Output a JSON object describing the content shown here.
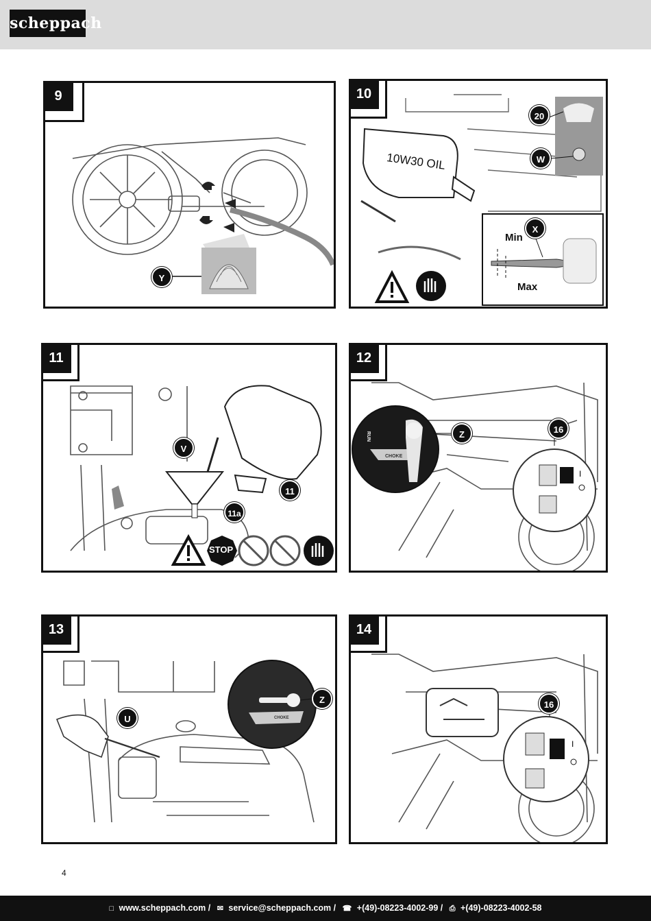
{
  "brand": {
    "logo_text": "scheppach"
  },
  "panels": [
    {
      "number": "9",
      "callouts": {
        "y": "Y"
      }
    },
    {
      "number": "10",
      "callouts": {
        "c20": "20",
        "w": "W",
        "x": "X"
      },
      "oil_label": "10W30 OIL",
      "dipstick": {
        "min": "Min",
        "max": "Max"
      }
    },
    {
      "number": "11",
      "callouts": {
        "v": "V",
        "c11": "11",
        "c11a": "11a"
      },
      "stop_sign": "STOP"
    },
    {
      "number": "12",
      "callouts": {
        "z": "Z",
        "c16": "16"
      },
      "choke_label": "CHOKE",
      "run_label": "RUN"
    },
    {
      "number": "13",
      "callouts": {
        "u": "U",
        "z": "Z"
      },
      "choke_label": "CHOKE"
    },
    {
      "number": "14",
      "callouts": {
        "c16": "16"
      }
    }
  ],
  "page_number": "4",
  "footer": {
    "website": "www.scheppach.com /",
    "email": "service@scheppach.com /",
    "phone": "+(49)-08223-4002-99 /",
    "fax": "+(49)-08223-4002-58"
  }
}
